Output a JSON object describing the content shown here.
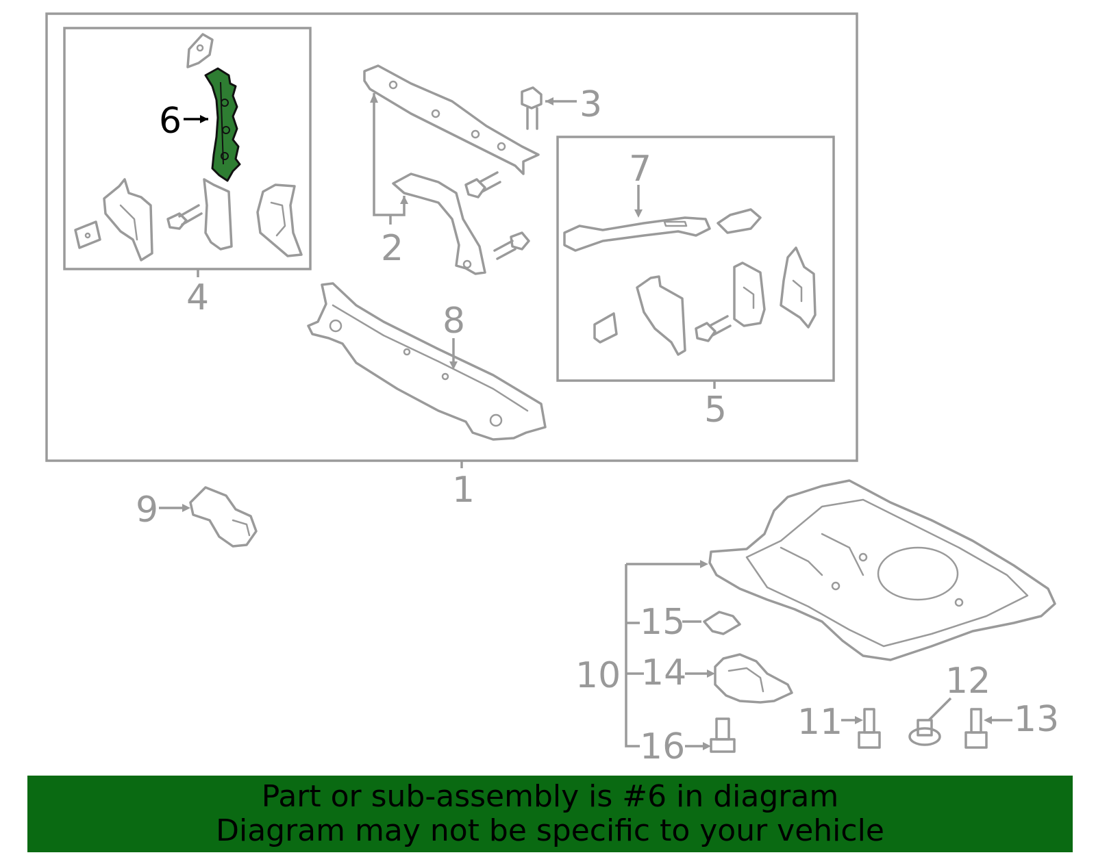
{
  "colors": {
    "highlight": "#2e7d32",
    "line": "#9a9a9a",
    "banner_bg": "#0a6a12",
    "panel_bg": "#f7f7f7"
  },
  "callouts": {
    "c1": "1",
    "c2": "2",
    "c3": "3",
    "c4": "4",
    "c5": "5",
    "c6": "6",
    "c7": "7",
    "c8": "8",
    "c9": "9",
    "c10": "10",
    "c11": "11",
    "c12": "12",
    "c13": "13",
    "c14": "14",
    "c15": "15",
    "c16": "16"
  },
  "highlighted_part": "6",
  "banner": {
    "line1": "Part or sub-assembly is #6 in diagram",
    "line2": "Diagram may not be specific to your vehicle"
  }
}
